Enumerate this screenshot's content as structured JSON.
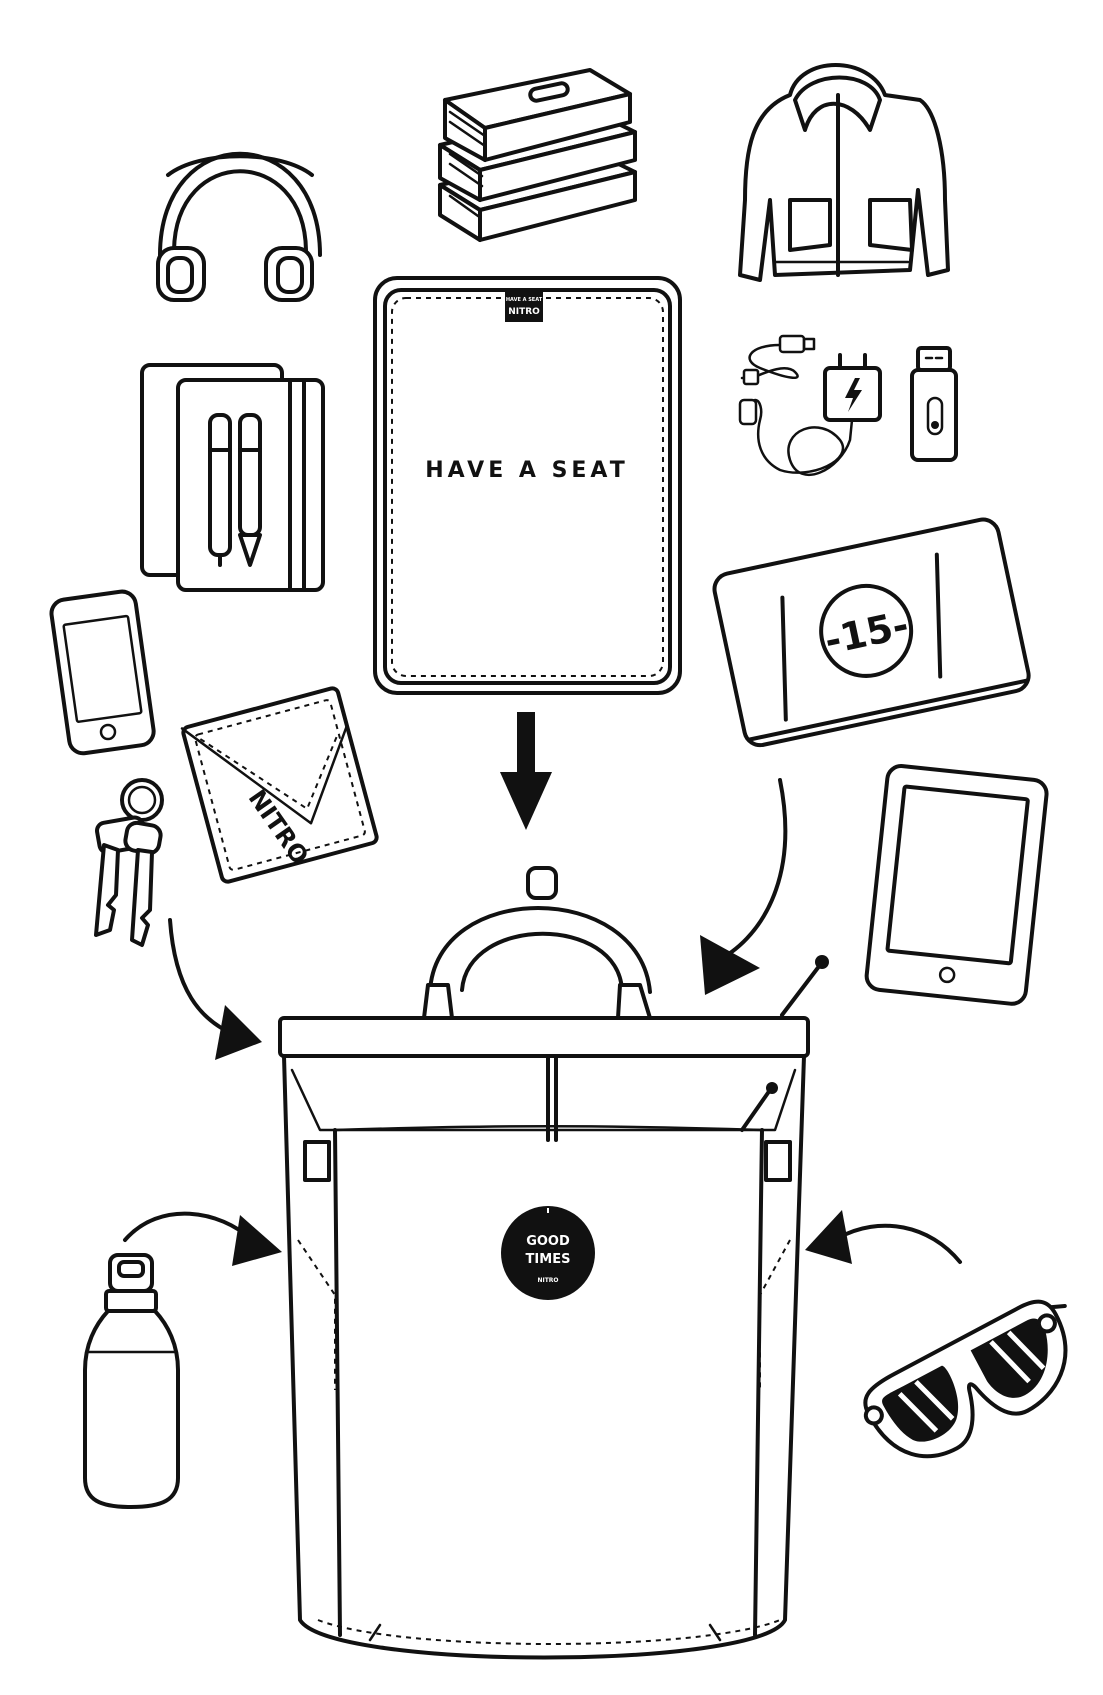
{
  "seat_pad": {
    "label": "HAVE A SEAT",
    "tag_top": "HAVE A SEAT",
    "tag_brand": "NITRO"
  },
  "laptop": {
    "size_label": "-15-"
  },
  "wallet": {
    "brand": "NITRO"
  },
  "bag_patch": {
    "line1": "GOOD",
    "line2": "TIMES",
    "brand": "NITRO"
  },
  "items": [
    "headphones-icon",
    "books-icon",
    "hoodie-icon",
    "notebook-pens-icon",
    "charger-cables-icon",
    "usb-stick-icon",
    "smartphone-icon",
    "wallet-icon",
    "keys-icon",
    "laptop-icon",
    "tablet-icon",
    "water-bottle-icon",
    "sunglasses-icon",
    "backpack-icon"
  ],
  "colors": {
    "ink": "#111111",
    "paper": "#ffffff"
  }
}
